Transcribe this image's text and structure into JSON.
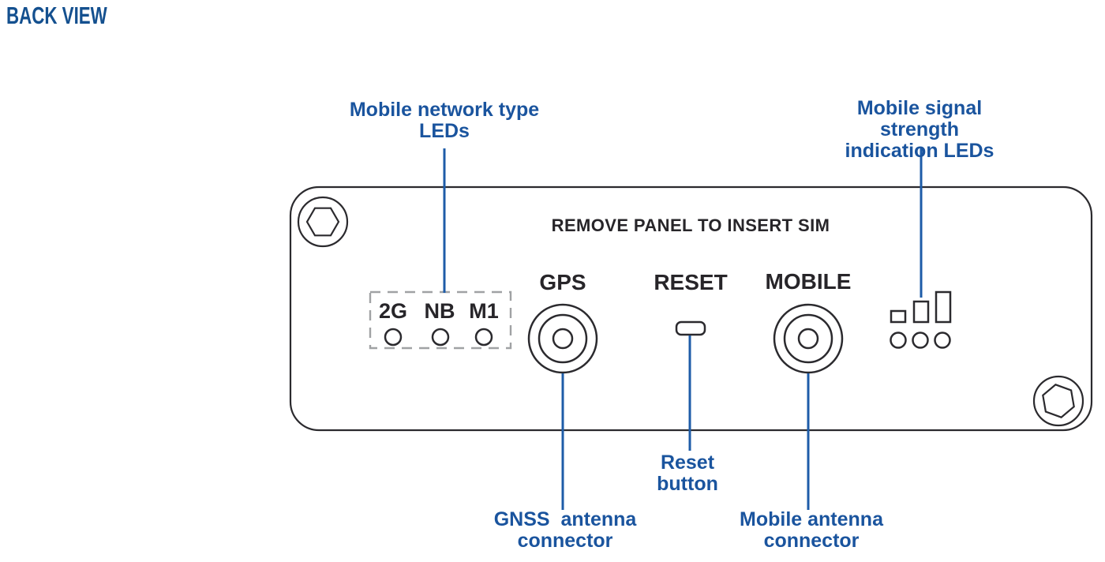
{
  "page": {
    "title": "BACK VIEW"
  },
  "colors": {
    "blue_text": "#1a549e",
    "leader_line": "#1e5ca8",
    "outline_dark": "#2b2a2e",
    "dash_gray": "#a0a2a4"
  },
  "callouts": {
    "network_leds": "Mobile network type\nLEDs",
    "signal_leds": "Mobile signal strength\nindication LEDs",
    "reset_button": "Reset\nbutton",
    "gnss_connector": "GNSS  antenna\nconnector",
    "mobile_connector": "Mobile antenna\nconnector"
  },
  "panel": {
    "sim_notice": "REMOVE PANEL TO INSERT SIM",
    "ports": {
      "gps": "GPS",
      "reset": "RESET",
      "mobile": "MOBILE"
    },
    "network_led_labels": [
      "2G",
      "NB",
      "M1"
    ]
  }
}
